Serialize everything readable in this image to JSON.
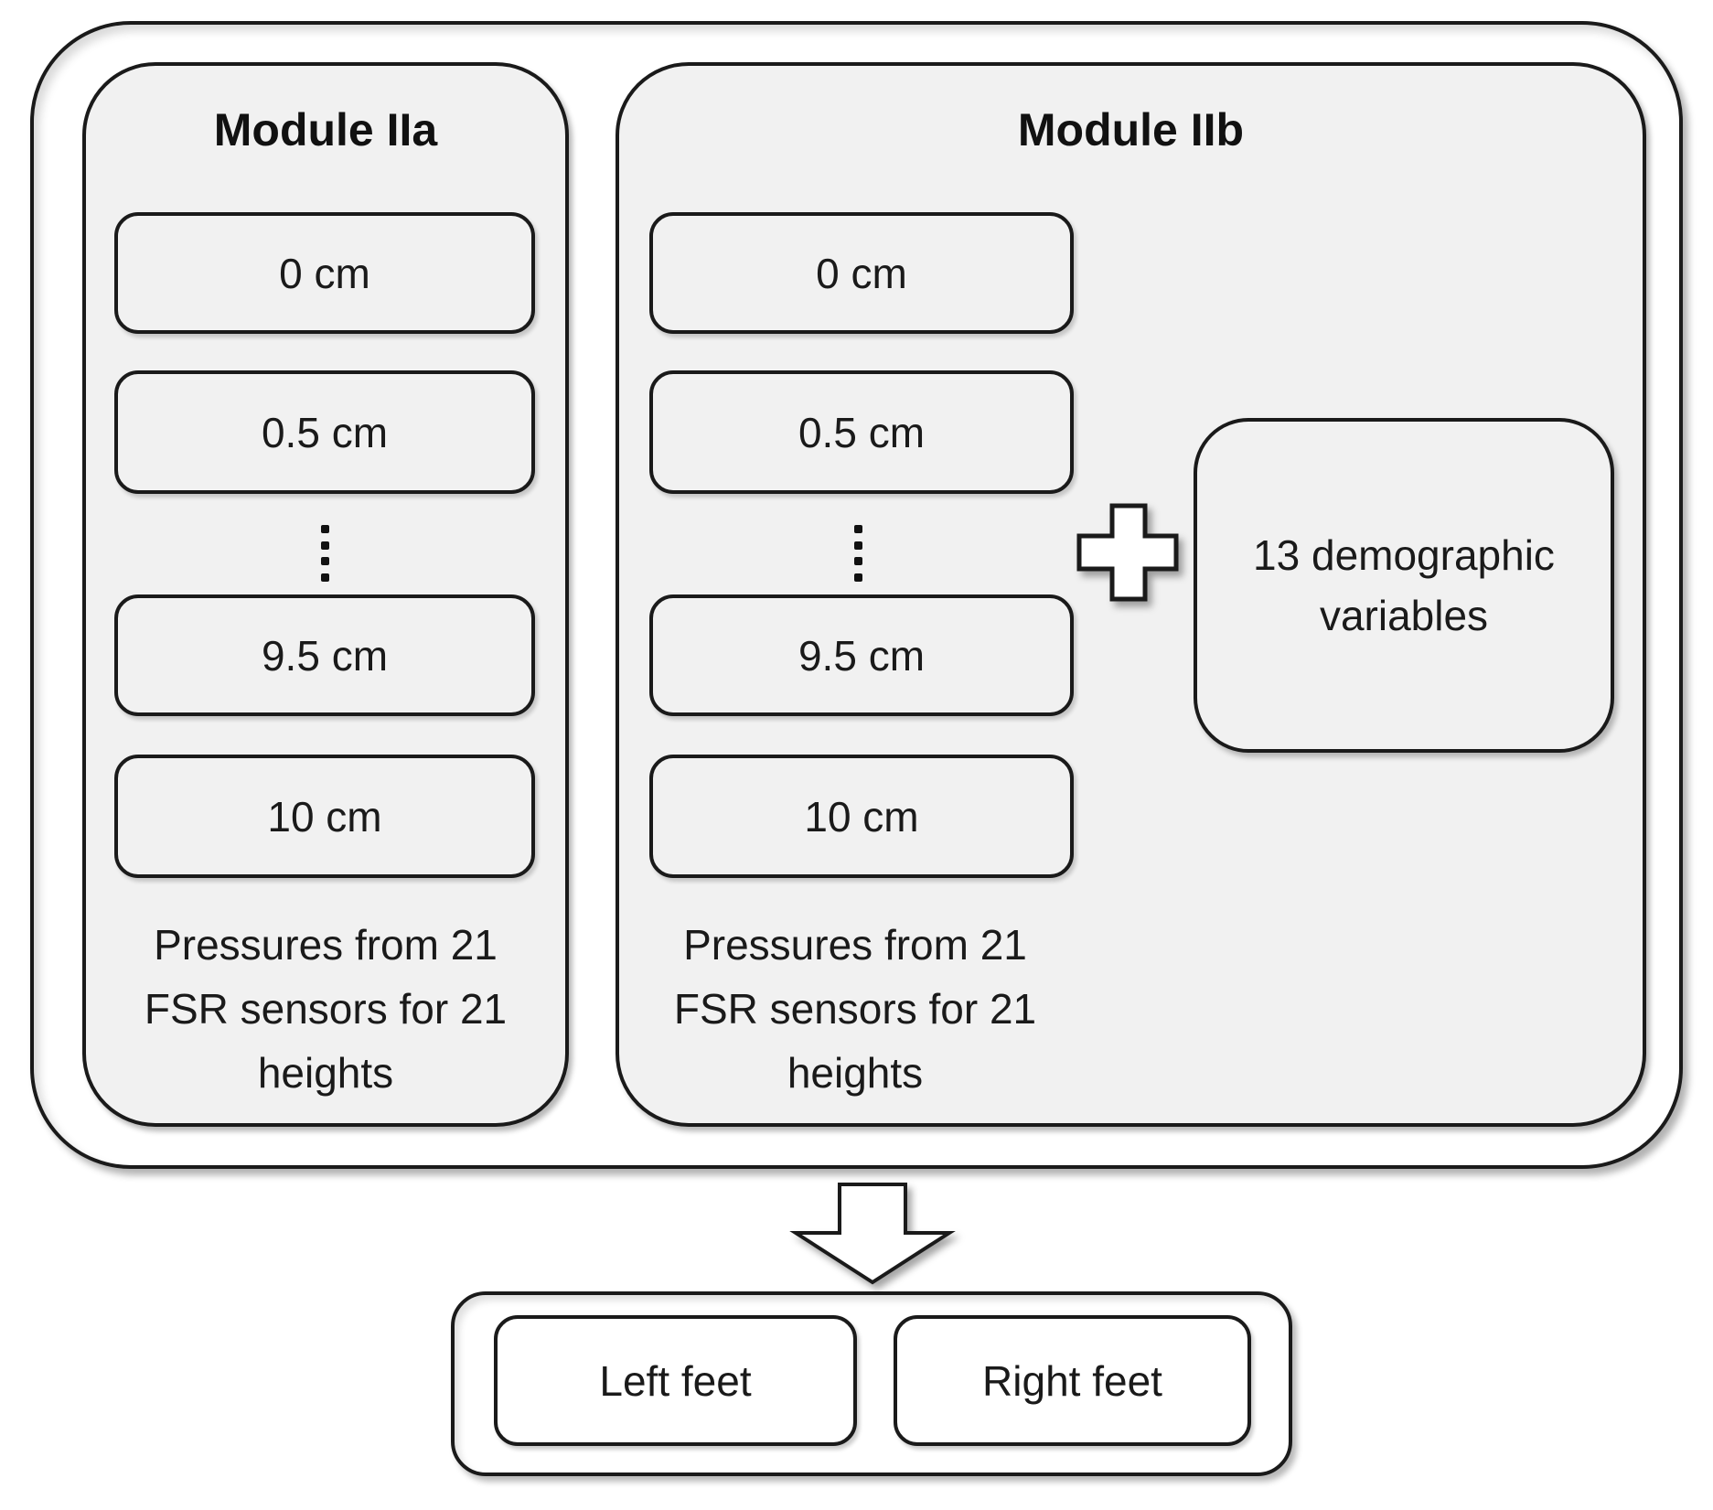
{
  "figure": {
    "modules": [
      {
        "title": "Module IIa",
        "height_boxes": [
          "0 cm",
          "0.5 cm",
          "9.5 cm",
          "10 cm"
        ],
        "caption_lines": [
          "Pressures from 21",
          "FSR sensors for 21",
          "heights"
        ]
      },
      {
        "title": "Module IIb",
        "height_boxes": [
          "0 cm",
          "0.5 cm",
          "9.5 cm",
          "10 cm"
        ],
        "caption_lines": [
          "Pressures from 21",
          "FSR sensors for 21",
          "heights"
        ],
        "demographics_box_lines": [
          "13 demographic",
          "variables"
        ]
      }
    ],
    "icons": {
      "between_boxes": "vertical-ellipsis-icon",
      "combine": "plus-icon",
      "flow": "down-arrow-icon"
    },
    "output_row": {
      "items": [
        "Left feet",
        "Right feet"
      ]
    },
    "colors": {
      "box_fill": "#f1f1f1",
      "outline": "#1a1a1a",
      "white_fill": "#ffffff"
    }
  }
}
